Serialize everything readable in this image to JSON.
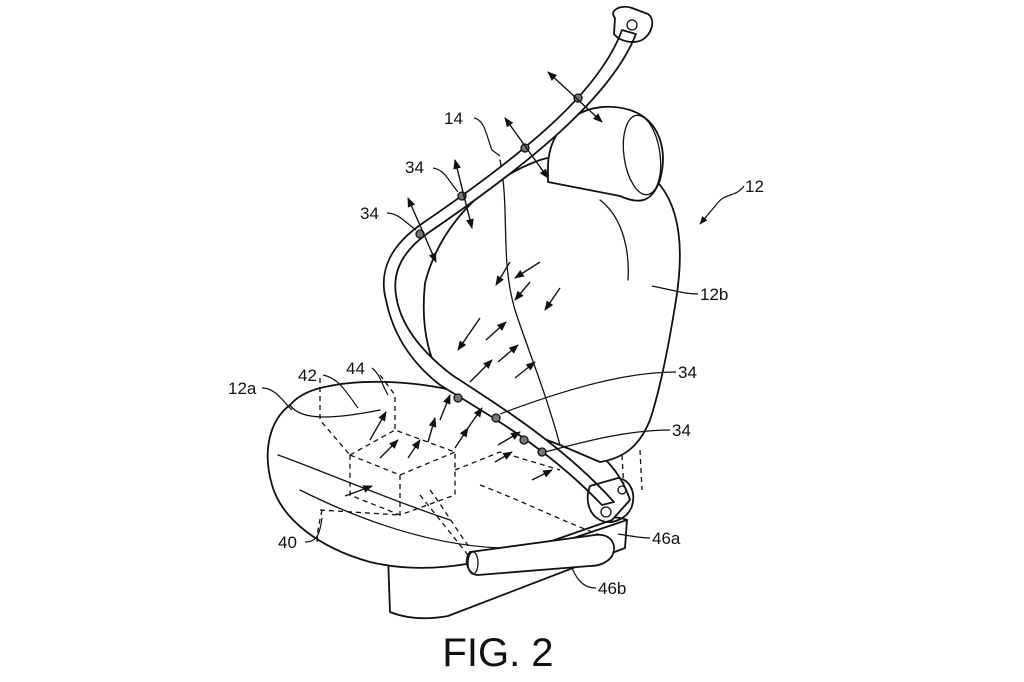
{
  "figure": {
    "caption": "FIG. 2",
    "labels": {
      "seat": "12",
      "seat_cushion": "12a",
      "seat_back": "12b",
      "belt": "14",
      "sensor_upper_1": "34",
      "sensor_upper_2": "34",
      "sensor_lower_1": "34",
      "sensor_lower_2": "34",
      "controller": "40",
      "module": "42",
      "housing": "44",
      "duct_a": "46a",
      "duct_b": "46b"
    }
  }
}
